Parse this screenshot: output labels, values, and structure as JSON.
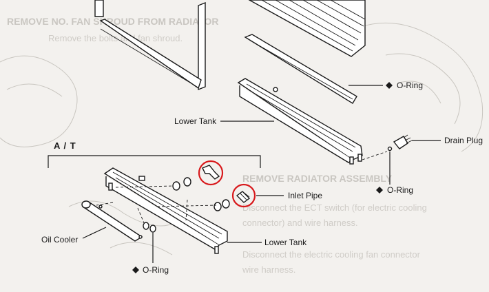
{
  "labels": {
    "o_ring_upper": "O-Ring",
    "lower_tank_upper": "Lower Tank",
    "drain_plug": "Drain Plug",
    "o_ring_drain": "O-Ring",
    "at_header": "A / T",
    "inlet_pipe": "Inlet Pipe",
    "oil_cooler": "Oil Cooler",
    "lower_tank_lower": "Lower Tank",
    "o_ring_lower": "O-Ring"
  },
  "background_text": {
    "section_1": "REMOVE NO. FAN SHROUD FROM RADIATOR",
    "section_1_sub": "Remove the bolts and fan shroud.",
    "section_2": "REMOVE RADIATOR ASSEMBLY",
    "section_2_line1": "Disconnect the ECT switch (for electric cooling",
    "section_2_line2": "connector) and wire harness.",
    "section_2_line3": "Disconnect the electric cooling fan connector",
    "section_2_line4": "wire harness."
  },
  "colors": {
    "highlight": "#d8191c",
    "line_art": "#1a1a1a",
    "paper": "#f3f1ee",
    "bleed_through": "#c9c6c1"
  }
}
